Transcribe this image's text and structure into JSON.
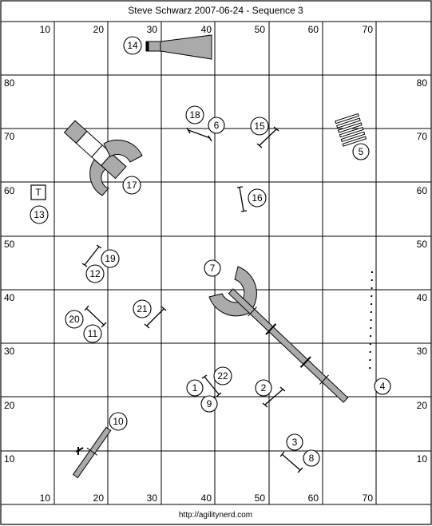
{
  "title": "Steve Schwarz 2007-06-24 - Sequence 3",
  "footer": "http://agilitynerd.com",
  "top_ticks": [
    "10",
    "20",
    "30",
    "40",
    "50",
    "60",
    "70"
  ],
  "bottom_ticks": [
    "10",
    "20",
    "30",
    "40",
    "50",
    "60",
    "70"
  ],
  "left_ticks": [
    "80",
    "70",
    "60",
    "50",
    "40",
    "30",
    "20",
    "10"
  ],
  "right_ticks": [
    "80",
    "70",
    "60",
    "50",
    "40",
    "30",
    "20",
    "10"
  ],
  "table_label": "T",
  "obstacle_numbers": {
    "n1": "1",
    "n2": "2",
    "n3": "3",
    "n4": "4",
    "n5": "5",
    "n6": "6",
    "n7": "7",
    "n8": "8",
    "n9": "9",
    "n10": "10",
    "n11": "11",
    "n12": "12",
    "n13": "13",
    "n14": "14",
    "n15": "15",
    "n16": "16",
    "n17": "17",
    "n18": "18",
    "n19": "19",
    "n20": "20",
    "n21": "21",
    "n22": "22"
  }
}
